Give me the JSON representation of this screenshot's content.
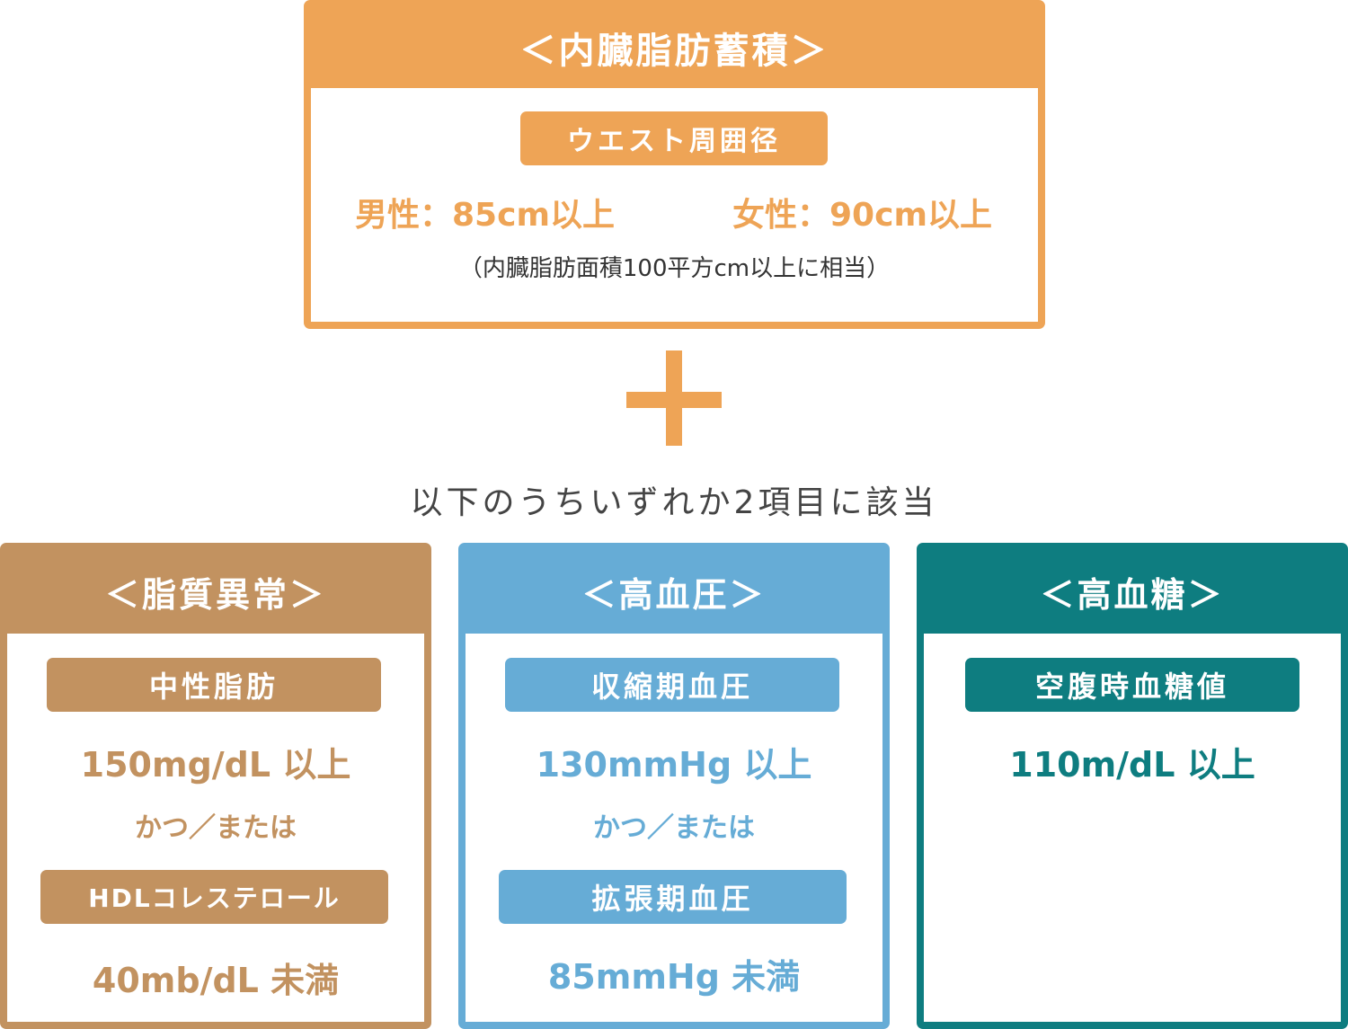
{
  "colors": {
    "orange": "#eea456",
    "brown": "#c29260",
    "blue": "#66acd6",
    "teal": "#0e7d80"
  },
  "top": {
    "title": "＜内臓脂肪蓄積＞",
    "pill": "ウエスト周囲径",
    "male": "男性：85cm以上",
    "female": "女性：90cm以上",
    "note": "（内臓脂肪面積100平方cm以上に相当）"
  },
  "plus_icon": "plus-icon",
  "middle_text": "以下のうちいずれか2項目に該当",
  "lipid": {
    "title": "＜脂質異常＞",
    "pill1": "中性脂肪",
    "value1": "150mg/dL 以上",
    "connector": "かつ／または",
    "pill2": "HDLコレステロール",
    "value2": "40mb/dL 未満"
  },
  "pressure": {
    "title": "＜高血圧＞",
    "pill1": "収縮期血圧",
    "value1": "130mmHg 以上",
    "connector": "かつ／または",
    "pill2": "拡張期血圧",
    "value2": "85mmHg 未満"
  },
  "glucose": {
    "title": "＜高血糖＞",
    "pill1": "空腹時血糖値",
    "value1": "110m/dL 以上"
  }
}
